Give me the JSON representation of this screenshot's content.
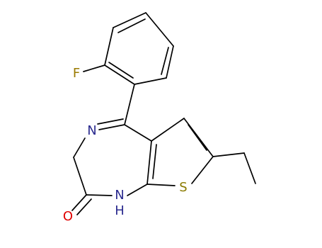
{
  "molecule": {
    "atoms": {
      "fluorine": {
        "label": "F",
        "color": "#9a7a00"
      },
      "imine_nitrogen": {
        "label": "N",
        "color": "#2b2b8f"
      },
      "amide_nitrogen": {
        "label": "N",
        "color": "#2b2b8f"
      },
      "amide_hydrogen": {
        "label": "H",
        "color": "#2b2b8f"
      },
      "sulfur": {
        "label": "S",
        "color": "#8a7a00"
      },
      "carbonyl_oxygen": {
        "label": "O",
        "color": "#e00000"
      }
    }
  }
}
